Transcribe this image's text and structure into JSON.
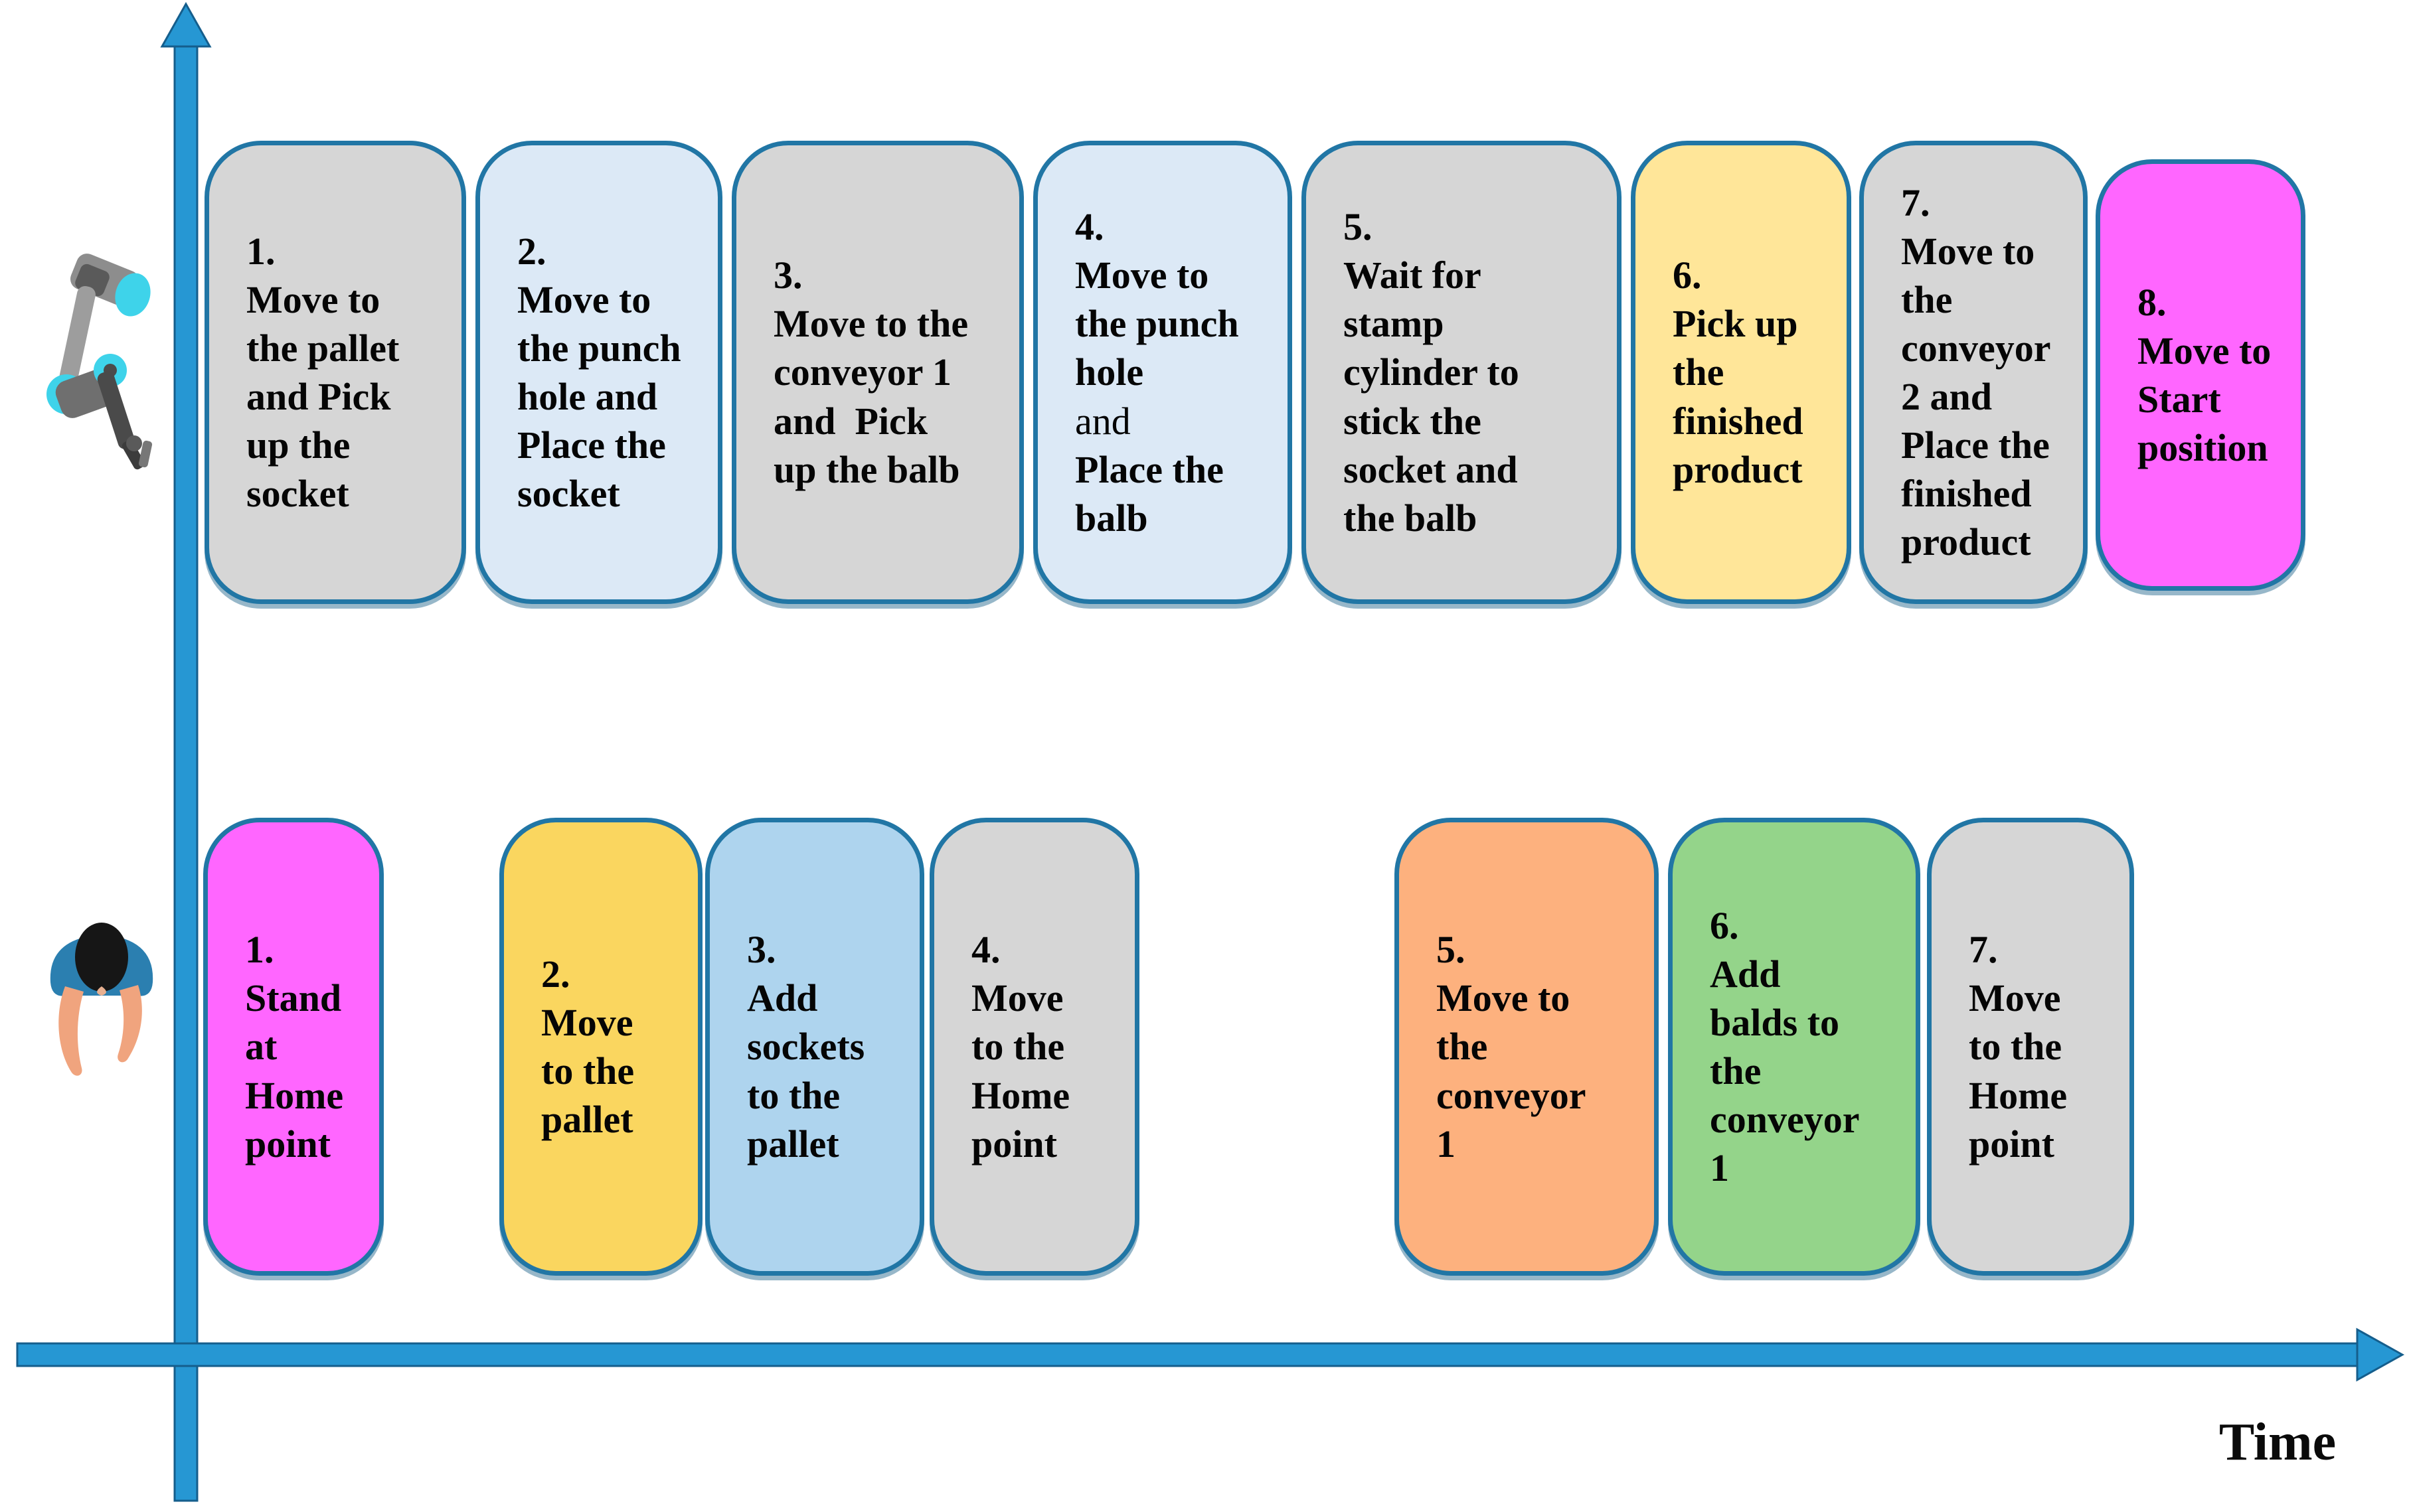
{
  "axes": {
    "time_label": "Time",
    "axis_color": "#2697D3",
    "axis_edge_color": "#155E8C"
  },
  "colors": {
    "gray": "#D6D6D6",
    "lightblue": "#DCE9F6",
    "yellow_top": "#FFE699",
    "magenta": "#FF66FF",
    "yellow_bottom": "#FAD65F",
    "blue_mid": "#AED4EE",
    "orange": "#FDB17E",
    "green": "#94D48A",
    "border": "#2176A5"
  },
  "robot_row": {
    "icon": "robot-arm-icon",
    "tasks": [
      {
        "num": "1.",
        "lines": [
          "Move to",
          "the pallet",
          "and Pick",
          "up the",
          "socket"
        ],
        "color_key": "gray"
      },
      {
        "num": "2.",
        "lines": [
          "Move to",
          "the punch",
          "hole and",
          "Place the",
          "socket"
        ],
        "color_key": "lightblue"
      },
      {
        "num": "3.",
        "lines": [
          "Move to the",
          "conveyor 1",
          "and  Pick",
          "up the balb"
        ],
        "color_key": "gray"
      },
      {
        "num": "4.",
        "lines": [
          "Move to",
          "the punch",
          "hole",
          {
            "text": "and",
            "bold": false
          },
          "Place the",
          "balb"
        ],
        "color_key": "lightblue"
      },
      {
        "num": "5.",
        "lines": [
          "Wait for",
          "stamp",
          "cylinder to",
          "stick the",
          "socket and",
          "the balb"
        ],
        "color_key": "gray"
      },
      {
        "num": "6.",
        "lines": [
          "Pick up",
          "the",
          "finished",
          "product"
        ],
        "color_key": "yellow_top"
      },
      {
        "num": "7.",
        "lines": [
          "Move to",
          "the",
          "conveyor",
          "2 and",
          "Place the",
          "finished",
          "product"
        ],
        "color_key": "gray"
      },
      {
        "num": "8.",
        "lines": [
          "Move to",
          "Start",
          "position"
        ],
        "color_key": "magenta"
      }
    ]
  },
  "human_row": {
    "icon": "human-top-view-icon",
    "tasks": [
      {
        "num": "1.",
        "lines": [
          "Stand",
          "at",
          "Home",
          "point"
        ],
        "color_key": "magenta"
      },
      {
        "num": "2.",
        "lines": [
          "Move",
          "to the",
          "pallet"
        ],
        "color_key": "yellow_bottom"
      },
      {
        "num": "3.",
        "lines": [
          "Add",
          "sockets",
          "to the",
          "pallet"
        ],
        "color_key": "blue_mid"
      },
      {
        "num": "4.",
        "lines": [
          "Move",
          "to the",
          "Home",
          "point"
        ],
        "color_key": "gray"
      },
      {
        "num": "5.",
        "lines": [
          "Move to",
          "the",
          "conveyor",
          "1"
        ],
        "color_key": "orange"
      },
      {
        "num": "6.",
        "lines": [
          "Add",
          "balds to",
          "the",
          "conveyor",
          "1"
        ],
        "color_key": "green"
      },
      {
        "num": "7.",
        "lines": [
          "Move",
          "to the",
          "Home",
          "point"
        ],
        "color_key": "gray"
      }
    ]
  }
}
